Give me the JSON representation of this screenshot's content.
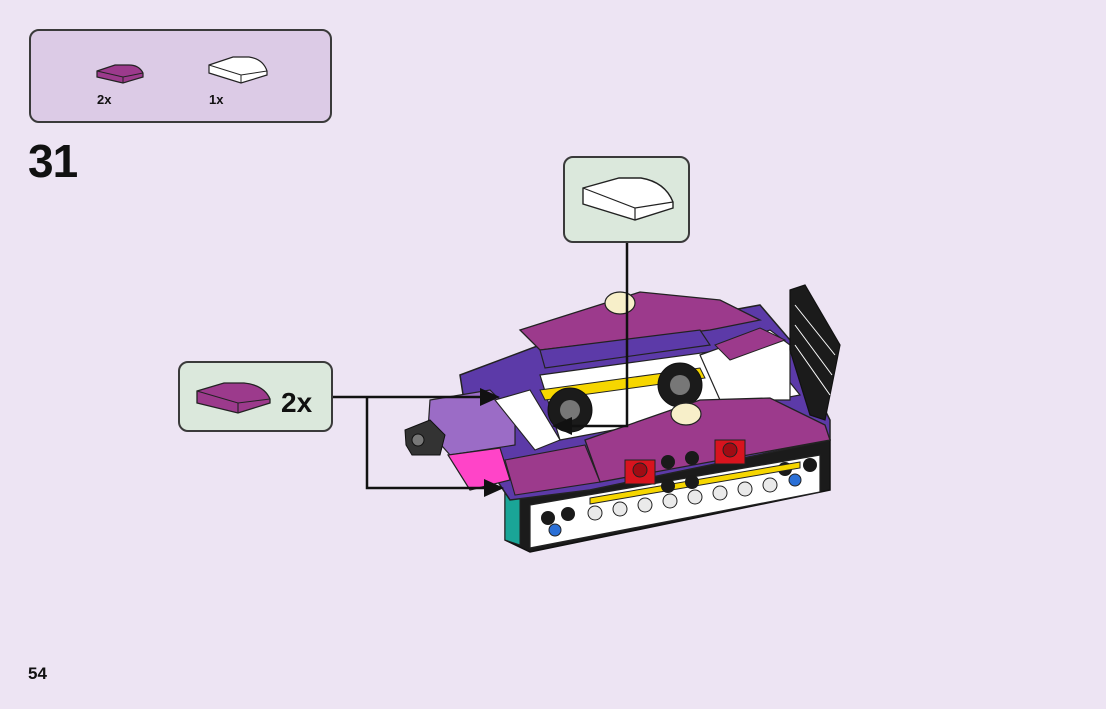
{
  "parts_list": {
    "items": [
      {
        "qty": "2x",
        "color": "#9c3a8c",
        "icon": "purple-curved-slope-brick-icon"
      },
      {
        "qty": "1x",
        "color": "#ffffff",
        "icon": "white-curved-slope-brick-icon"
      }
    ]
  },
  "step": {
    "number": "31"
  },
  "callouts": {
    "white_piece": {
      "icon": "white-curved-slope-brick-icon",
      "color": "#ffffff"
    },
    "purple_piece": {
      "qty": "2x",
      "icon": "purple-curved-slope-brick-icon",
      "color": "#9c3a8c"
    }
  },
  "model": {
    "icon": "lego-vehicle-model-icon"
  },
  "page": {
    "number": "54"
  }
}
